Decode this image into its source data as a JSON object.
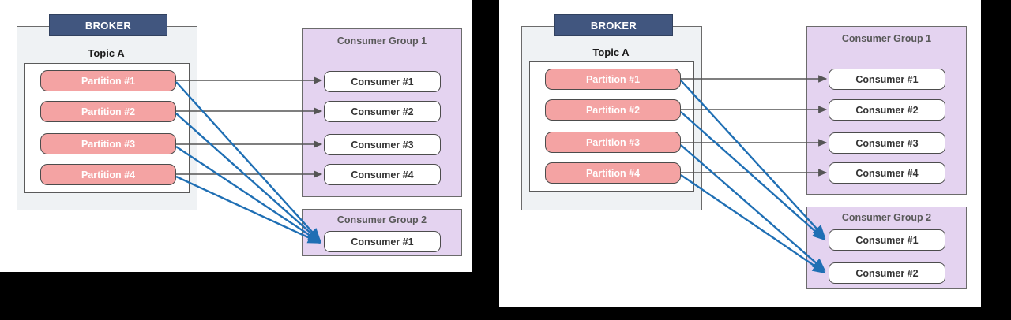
{
  "colors": {
    "background": "#000000",
    "panel": "#ffffff",
    "broker_banner": "#41567f",
    "broker_fill": "#eff2f4",
    "partition_fill": "#f4a3a3",
    "consumer_group_fill": "#e4d3f0",
    "consumer_fill": "#ffffff",
    "gray_arrow": "#555555",
    "blue_arrow": "#1f6fb4"
  },
  "diagram": {
    "type": "kafka-consumer-group-diagram",
    "panels": [
      {
        "id": "left",
        "broker": {
          "banner_label": "BROKER",
          "topic_label": "Topic A",
          "partitions": [
            {
              "label": "Partition #1"
            },
            {
              "label": "Partition #2"
            },
            {
              "label": "Partition #3"
            },
            {
              "label": "Partition #4"
            }
          ]
        },
        "consumer_groups": [
          {
            "title": "Consumer Group 1",
            "consumers": [
              {
                "label": "Consumer #1"
              },
              {
                "label": "Consumer #2"
              },
              {
                "label": "Consumer #3"
              },
              {
                "label": "Consumer #4"
              }
            ]
          },
          {
            "title": "Consumer Group 2",
            "consumers": [
              {
                "label": "Consumer #1"
              }
            ]
          }
        ],
        "assignments": {
          "group1": [
            {
              "from": "Partition #1",
              "to": "Consumer #1",
              "color": "gray"
            },
            {
              "from": "Partition #2",
              "to": "Consumer #2",
              "color": "gray"
            },
            {
              "from": "Partition #3",
              "to": "Consumer #3",
              "color": "gray"
            },
            {
              "from": "Partition #4",
              "to": "Consumer #4",
              "color": "gray"
            }
          ],
          "group2": [
            {
              "from": "Partition #1",
              "to": "Consumer #1",
              "color": "blue"
            },
            {
              "from": "Partition #2",
              "to": "Consumer #1",
              "color": "blue"
            },
            {
              "from": "Partition #3",
              "to": "Consumer #1",
              "color": "blue"
            },
            {
              "from": "Partition #4",
              "to": "Consumer #1",
              "color": "blue"
            }
          ]
        }
      },
      {
        "id": "right",
        "broker": {
          "banner_label": "BROKER",
          "topic_label": "Topic A",
          "partitions": [
            {
              "label": "Partition #1"
            },
            {
              "label": "Partition #2"
            },
            {
              "label": "Partition #3"
            },
            {
              "label": "Partition #4"
            }
          ]
        },
        "consumer_groups": [
          {
            "title": "Consumer Group 1",
            "consumers": [
              {
                "label": "Consumer #1"
              },
              {
                "label": "Consumer #2"
              },
              {
                "label": "Consumer #3"
              },
              {
                "label": "Consumer #4"
              }
            ]
          },
          {
            "title": "Consumer Group 2",
            "consumers": [
              {
                "label": "Consumer #1"
              },
              {
                "label": "Consumer #2"
              }
            ]
          }
        ],
        "assignments": {
          "group1": [
            {
              "from": "Partition #1",
              "to": "Consumer #1",
              "color": "gray"
            },
            {
              "from": "Partition #2",
              "to": "Consumer #2",
              "color": "gray"
            },
            {
              "from": "Partition #3",
              "to": "Consumer #3",
              "color": "gray"
            },
            {
              "from": "Partition #4",
              "to": "Consumer #4",
              "color": "gray"
            }
          ],
          "group2": [
            {
              "from": "Partition #1",
              "to": "Consumer #1",
              "color": "blue"
            },
            {
              "from": "Partition #2",
              "to": "Consumer #1",
              "color": "blue"
            },
            {
              "from": "Partition #3",
              "to": "Consumer #2",
              "color": "blue"
            },
            {
              "from": "Partition #4",
              "to": "Consumer #2",
              "color": "blue"
            }
          ]
        }
      }
    ]
  }
}
